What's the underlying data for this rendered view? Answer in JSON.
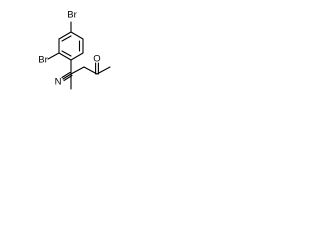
{
  "molecule": {
    "atoms": {
      "br_top": "Br",
      "br_left": "Br",
      "nitrile_n": "N",
      "ketone_o": "O"
    }
  }
}
